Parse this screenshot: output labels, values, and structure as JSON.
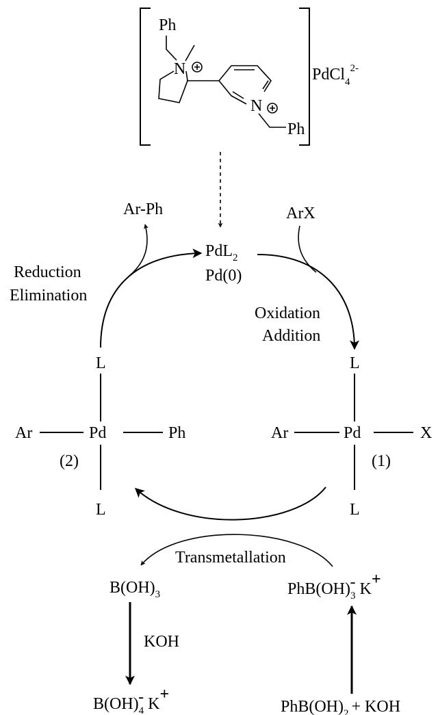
{
  "complex": {
    "ph_top": "Ph",
    "n_pyrrolidine": "N",
    "n_pyridine": "N",
    "ph_bottom": "Ph",
    "counter_ion": "PdCl",
    "counter_ion_sub": "4",
    "counter_ion_sup": "2-"
  },
  "cycle": {
    "pd0_formula": "PdL",
    "pd0_formula_sub": "2",
    "pd0_state": "Pd(0)",
    "product": "Ar-Ph",
    "reagent": "ArX",
    "reduction_line1": "Reduction",
    "reduction_line2": "Elimination",
    "oxidation_line1": "Oxidation",
    "oxidation_line2": "Addition",
    "transmetallation": "Transmetallation"
  },
  "intermediate2": {
    "ligand_top": "L",
    "left": "Ar",
    "metal": "Pd",
    "right": "Ph",
    "number": "(2)",
    "ligand_bottom": "L"
  },
  "intermediate1": {
    "ligand_top": "L",
    "left": "Ar",
    "metal": "Pd",
    "right": "X",
    "number": "(1)",
    "ligand_bottom": "L"
  },
  "boron": {
    "boric_acid": "B(OH)",
    "boric_acid_sub": "3",
    "koh": "KOH",
    "borate": "B(OH)",
    "borate_sub": "4",
    "borate_charge": "-",
    "borate_cation": "K",
    "borate_cation_charge": "+",
    "phenylborate": "PhB(OH)",
    "phenylborate_sub": "3",
    "phenylborate_charge": "-",
    "phenylborate_cation": "K",
    "phenylborate_cation_charge": "+",
    "boronic_acid": "PhB(OH)",
    "boronic_acid_sub": "2",
    "plus_koh": "+ KOH"
  }
}
